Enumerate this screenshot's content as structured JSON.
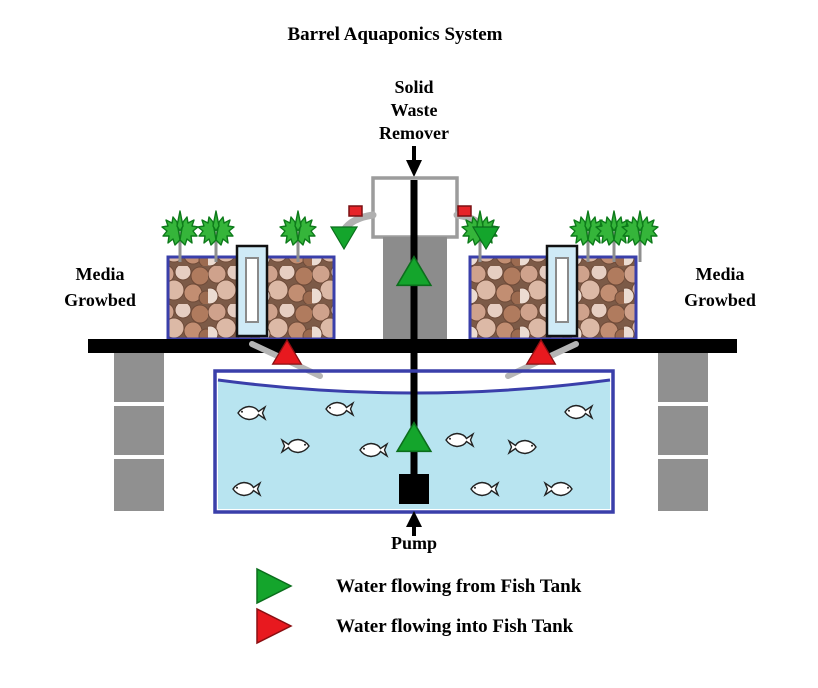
{
  "title": "Barrel Aquaponics System",
  "labels": {
    "solid_waste_remover": "Solid\nWaste\nRemover",
    "media_growbed_left": "Media\nGrowbed",
    "media_growbed_right": "Media\nGrowbed",
    "pump": "Pump"
  },
  "legend": {
    "items": [
      {
        "icon": "green-right-triangle",
        "label": "Water flowing from Fish Tank"
      },
      {
        "icon": "red-right-triangle",
        "label": "Water flowing into Fish Tank"
      }
    ]
  },
  "colors": {
    "flow_from_tank_green": "#14a52c",
    "flow_into_tank_red": "#e8191f",
    "water_blue": "#b8e4f0",
    "tank_border_blue": "#3a3faa",
    "structure_gray": "#8c8c8c",
    "platform_black": "#000000"
  }
}
